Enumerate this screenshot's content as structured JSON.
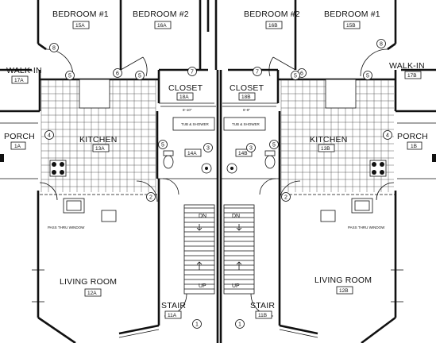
{
  "rooms": {
    "bedroom_1a": {
      "label": "BEDROOM #1",
      "num": "15A"
    },
    "bedroom_2a": {
      "label": "BEDROOM #2",
      "num": "16A"
    },
    "bedroom_2b": {
      "label": "BEDROOM #2",
      "num": "16B"
    },
    "bedroom_1b": {
      "label": "BEDROOM #1",
      "num": "15B"
    },
    "walkin_a": {
      "label": "WALK-IN",
      "num": "17A"
    },
    "walkin_b": {
      "label": "WALK-IN",
      "num": "17B"
    },
    "closet_a": {
      "label": "CLOSET",
      "num": "18A"
    },
    "closet_b": {
      "label": "CLOSET",
      "num": "18B"
    },
    "porch_a": {
      "label": "PORCH",
      "num": "1A"
    },
    "porch_b": {
      "label": "PORCH",
      "num": "1B"
    },
    "kitchen_a": {
      "label": "KITCHEN",
      "num": "13A"
    },
    "kitchen_b": {
      "label": "KITCHEN",
      "num": "13B"
    },
    "bath_a": {
      "num": "14A"
    },
    "bath_b": {
      "num": "14B"
    },
    "living_a": {
      "label": "LIVING ROOM",
      "num": "12A"
    },
    "living_b": {
      "label": "LIVING ROOM",
      "num": "12B"
    },
    "stair_a": {
      "label": "STAIR",
      "num": "11A"
    },
    "stair_b": {
      "label": "STAIR",
      "num": "11B"
    }
  },
  "notes": {
    "pass_thru_a": "PASS THRU WINDOW",
    "pass_thru_b": "PASS THRU WINDOW",
    "stair_dn_a": "DN",
    "stair_dn_b": "DN",
    "stair_up_a": "UP",
    "stair_up_b": "UP",
    "closet_dim_a": "6'-10\"",
    "closet_dim_b": "6'-8\"",
    "tub_a": "TUB & SHOWER",
    "tub_b": "TUB & SHOWER"
  },
  "tags": {
    "t8a": "8",
    "t8b": "8",
    "t6a": "6",
    "t6b": "6",
    "t5a1": "5",
    "t5a2": "5",
    "t5a3": "5",
    "t5b1": "5",
    "t5b2": "5",
    "t5b3": "5",
    "t7a": "7",
    "t7b": "7",
    "t4a": "4",
    "t4b": "4",
    "t3a": "3",
    "t3b": "3",
    "t2a": "2",
    "t2b": "2",
    "t1a": "1",
    "t1b": "1"
  }
}
